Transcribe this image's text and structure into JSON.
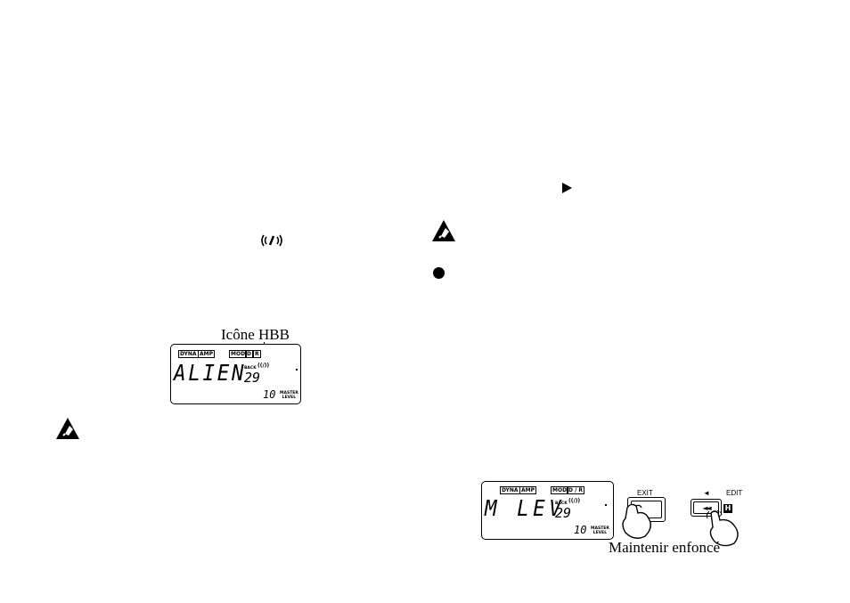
{
  "annotations": {
    "hbb_caption": "Icône HBB",
    "hold_caption": "Maintenir enfoncé"
  },
  "lcd1": {
    "tags": [
      "DYNA",
      "AMP",
      "MOD",
      "D",
      "R"
    ],
    "main_text": "ALIEN",
    "small_label": "BACK",
    "digits": "29",
    "level_value": "10",
    "master_label_1": "MASTER",
    "master_label_2": "LEVEL"
  },
  "lcd2": {
    "tags": [
      "DYNA",
      "AMP",
      "MOD",
      "D / R"
    ],
    "main_text": "M LEV",
    "small_label": "BACK",
    "digits": "29",
    "level_value": "10",
    "master_label_1": "MASTER",
    "master_label_2": "LEVEL"
  },
  "buttons": {
    "exit_label": "EXIT",
    "edit_label": "EDIT",
    "edit_arrow": "◄",
    "rewind_symbol": "◄◄",
    "hold_badge": "H"
  },
  "icons": {
    "hbb_symbol": "((/))",
    "play_triangle": "►"
  }
}
